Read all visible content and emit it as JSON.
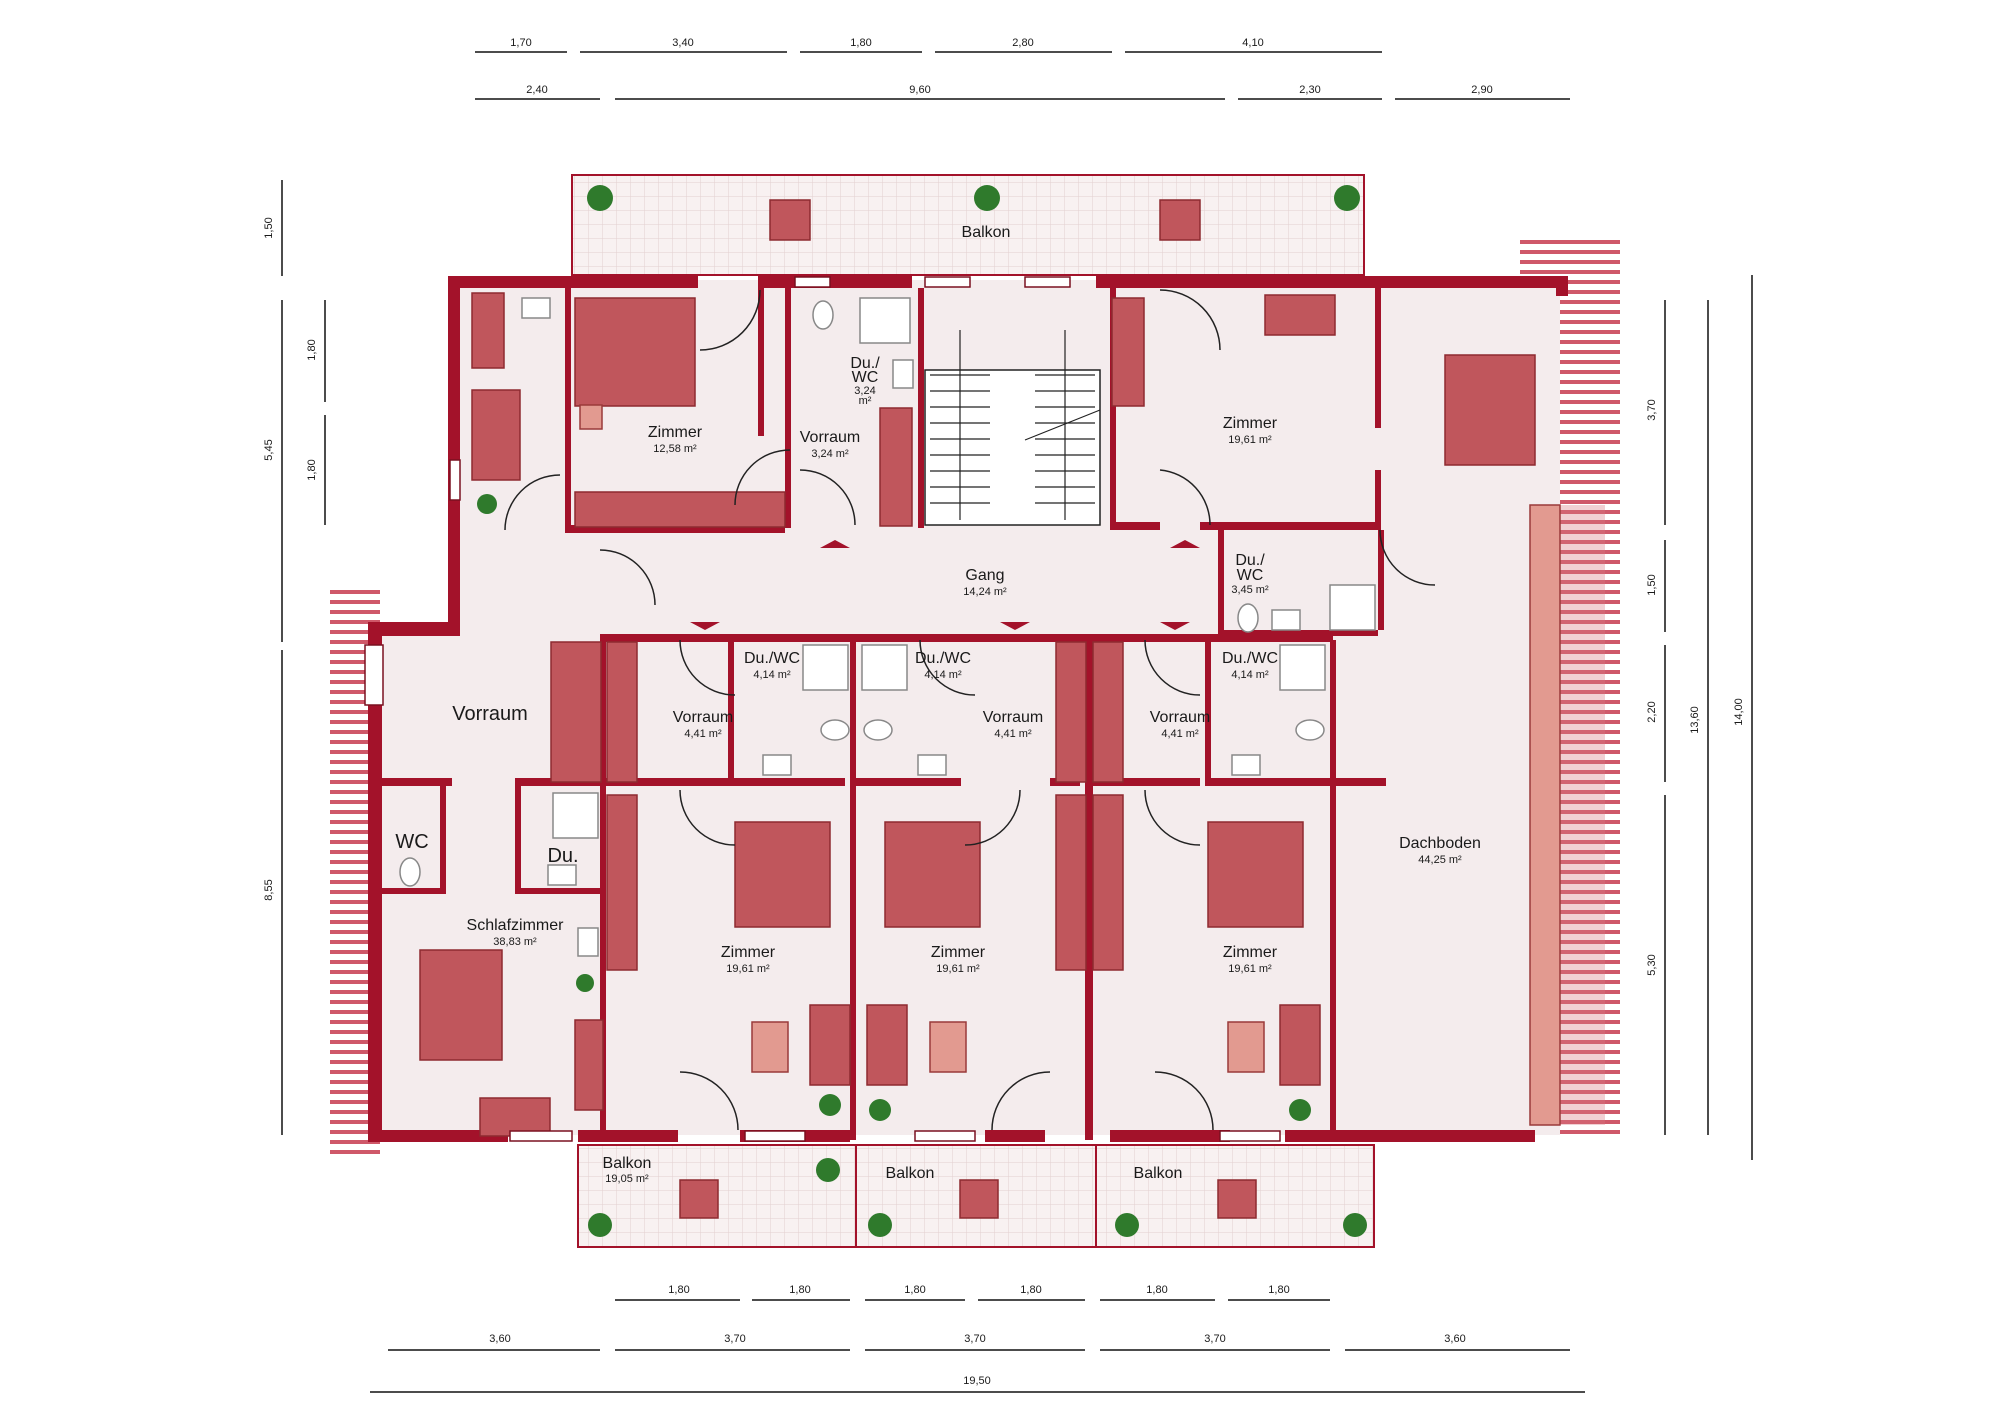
{
  "rooms": {
    "balkon_top": {
      "name": "Balkon"
    },
    "zimmer_1": {
      "name": "Zimmer",
      "area": "12,58 m²"
    },
    "vorraum_1": {
      "name": "Vorraum",
      "area": "3,24 m²"
    },
    "duwc_1": {
      "name_line1": "Du./",
      "name_line2": "WC",
      "area_line1": "3,24",
      "area_line2": "m²"
    },
    "zimmer_2": {
      "name": "Zimmer",
      "area": "19,61 m²"
    },
    "gang": {
      "name": "Gang",
      "area": "14,24 m²"
    },
    "duwc_2": {
      "name_line1": "Du./",
      "name_line2": "WC",
      "area": "3,45 m²"
    },
    "vorraum_main": {
      "name": "Vorraum"
    },
    "duwc_3": {
      "name": "Du./WC",
      "area": "4,14 m²"
    },
    "duwc_4": {
      "name": "Du./WC",
      "area": "4,14 m²"
    },
    "duwc_5": {
      "name": "Du./WC",
      "area": "4,14 m²"
    },
    "vorraum_3": {
      "name": "Vorraum",
      "area": "4,41 m²"
    },
    "vorraum_4": {
      "name": "Vorraum",
      "area": "4,41 m²"
    },
    "vorraum_5": {
      "name": "Vorraum",
      "area": "4,41 m²"
    },
    "wc": {
      "name": "WC"
    },
    "du": {
      "name": "Du."
    },
    "schlafzimmer": {
      "name": "Schlafzimmer",
      "area": "38,83 m²"
    },
    "zimmer_3": {
      "name": "Zimmer",
      "area": "19,61 m²"
    },
    "zimmer_4": {
      "name": "Zimmer",
      "area": "19,61 m²"
    },
    "zimmer_5": {
      "name": "Zimmer",
      "area": "19,61 m²"
    },
    "dachboden": {
      "name": "Dachboden",
      "area": "44,25 m²"
    },
    "balkon_1": {
      "name": "Balkon",
      "area": "19,05 m²"
    },
    "balkon_2": {
      "name": "Balkon"
    },
    "balkon_3": {
      "name": "Balkon"
    }
  },
  "dimensions": {
    "top_row1": [
      "1,70",
      "3,40",
      "1,80",
      "2,80",
      "4,10"
    ],
    "top_row2": [
      "2,40",
      "9,60",
      "2,30",
      "2,90"
    ],
    "left_outer": [
      "1,50",
      "5,45",
      "8,55"
    ],
    "left_inner": [
      "1,80",
      "1,80"
    ],
    "right_inner": [
      "3,70",
      "1,50",
      "2,20",
      "5,30"
    ],
    "right_mid": "13,60",
    "right_outer": "14,00",
    "bottom_row1": [
      "1,80",
      "1,80",
      "1,80",
      "1,80",
      "1,80",
      "1,80"
    ],
    "bottom_row2": [
      "3,60",
      "3,70",
      "3,70",
      "3,70",
      "3,60"
    ],
    "bottom_total": "19,50"
  },
  "colors": {
    "wall": "#a3122a",
    "floor": "#f4eced",
    "furniture": "#c0565c",
    "tile": "#f7f0f0"
  },
  "icons": [
    "plant-icon",
    "table-icon",
    "bed-icon",
    "sofa-icon",
    "shower-icon",
    "toilet-icon",
    "sink-icon",
    "door-swing-icon",
    "stair-icon"
  ]
}
